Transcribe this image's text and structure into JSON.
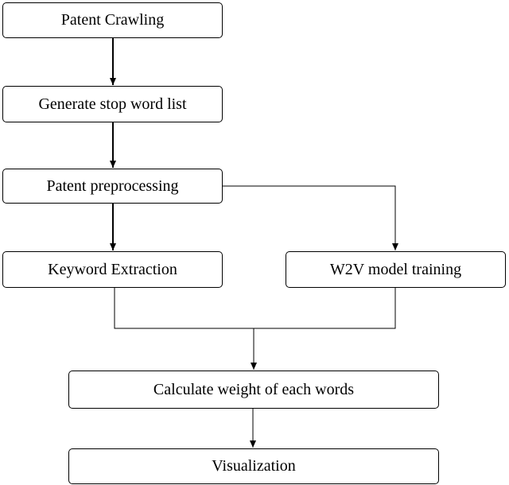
{
  "diagram": {
    "nodes": {
      "crawl": "Patent Crawling",
      "stop_words": "Generate stop word list",
      "preprocess": "Patent preprocessing",
      "keyword": "Keyword Extraction",
      "w2v": "W2V model training",
      "weight": "Calculate weight of each words",
      "visualization": "Visualization"
    },
    "edges": [
      {
        "from": "Patent Crawling",
        "to": "Generate stop word list"
      },
      {
        "from": "Generate stop word list",
        "to": "Patent preprocessing"
      },
      {
        "from": "Patent preprocessing",
        "to": "Keyword Extraction"
      },
      {
        "from": "Patent preprocessing",
        "to": "W2V model training"
      },
      {
        "from": "Keyword Extraction",
        "to": "Calculate weight of each words"
      },
      {
        "from": "W2V model training",
        "to": "Calculate weight of each words"
      },
      {
        "from": "Calculate weight of each words",
        "to": "Visualization"
      }
    ],
    "line_color": "#000000"
  }
}
